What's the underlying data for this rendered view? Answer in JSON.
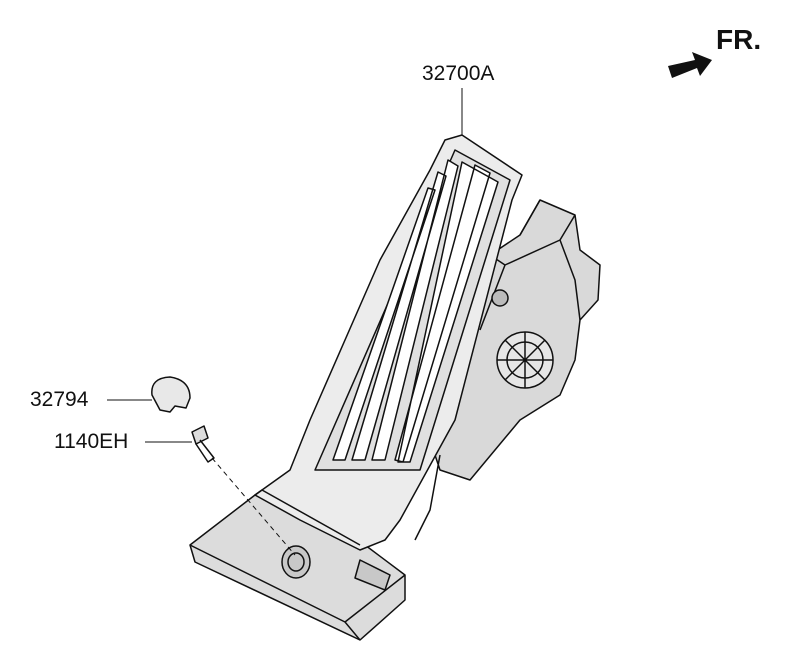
{
  "direction": {
    "label": "FR."
  },
  "parts": [
    {
      "number": "32700A"
    },
    {
      "number": "32794"
    },
    {
      "number": "1140EH"
    }
  ]
}
